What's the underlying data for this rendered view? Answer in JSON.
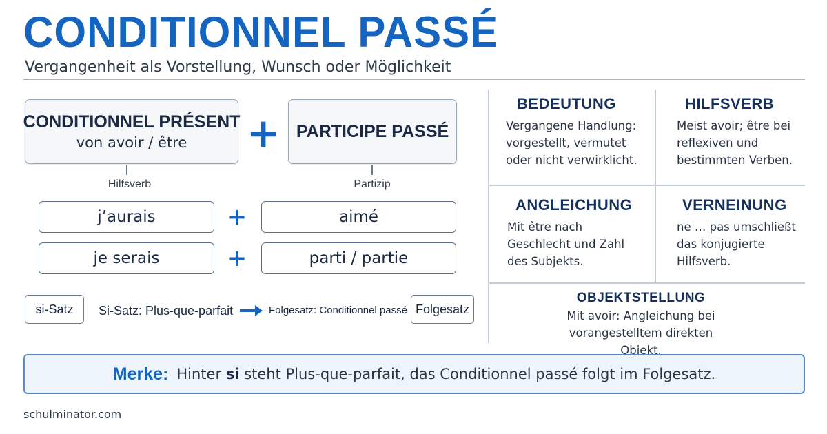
{
  "header": {
    "title": "CONDITIONNEL PASSÉ",
    "subtitle": "Vergangenheit als Vorstellung, Wunsch oder Möglichkeit"
  },
  "formula": {
    "left": {
      "line1": "CONDITIONNEL PRÉSENT",
      "line2": "von avoir / être",
      "label": "Hilfsverb"
    },
    "plus": "+",
    "right": {
      "line1": "PARTICIPE PASSÉ",
      "label": "Partizip"
    }
  },
  "examples": [
    {
      "aux": "j’aurais",
      "participle": "aimé"
    },
    {
      "aux": "je serais",
      "participle": "parti / partie"
    }
  ],
  "si_flow": {
    "chip_left": "si-Satz",
    "text_left": "Si-Satz: Plus-que-parfait",
    "arrow": "➞",
    "text_right": "Folgesatz: Conditionnel passé",
    "chip_right": "Folgesatz"
  },
  "info": {
    "bedeutung": {
      "title": "BEDEUTUNG",
      "text": "Vergangene Handlung: vorgestellt, vermutet oder nicht verwirklicht."
    },
    "hilfsverb": {
      "title": "HILFSVERB",
      "text": "Meist avoir; être bei reflexiven und bestimmten Verben."
    },
    "angleichung": {
      "title": "ANGLEICHUNG",
      "text": "Mit être nach Geschlecht und Zahl des Subjekts."
    },
    "verneinung": {
      "title": "VERNEINUNG",
      "text": "ne … pas umschließt das konjugierte Hilfsverb."
    },
    "objektstellung": {
      "title": "OBJEKTSTELLUNG",
      "text": "Mit avoir: Angleichung bei vorangestelltem direkten Objekt."
    }
  },
  "merke": {
    "label": "Merke:",
    "text_before": "Hinter",
    "keyword": "si",
    "text_after": "steht Plus-que-parfait, das Conditionnel passé folgt im Folgesatz."
  },
  "footer": {
    "source": "schulminator.com"
  },
  "colors": {
    "accent": "#1565c0",
    "heading": "#16305c",
    "box_border": "#9aa7b8",
    "merke_bg": "#eef4fb"
  }
}
